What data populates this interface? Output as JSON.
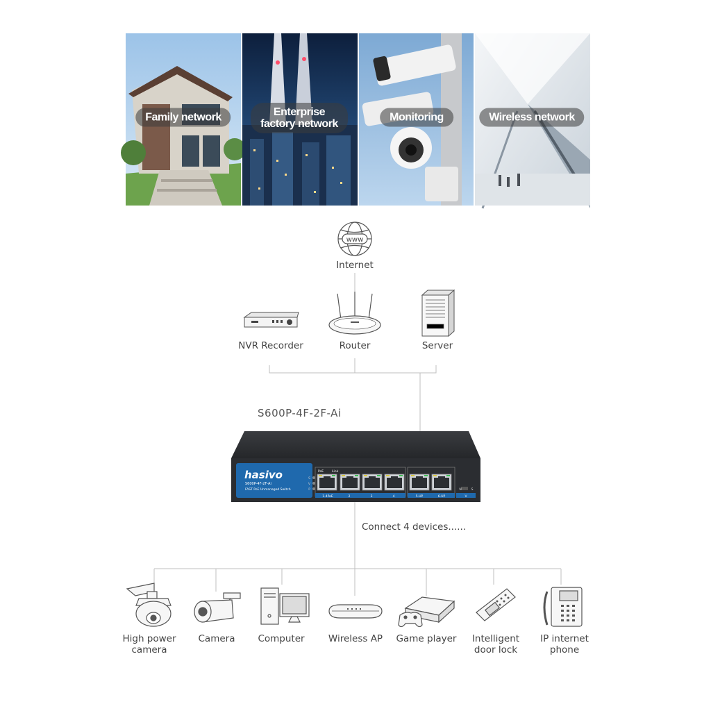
{
  "scenes": [
    {
      "label": "Family network"
    },
    {
      "label": "Enterprise factory network"
    },
    {
      "label": "Monitoring"
    },
    {
      "label": "Wireless network"
    }
  ],
  "internet": {
    "label": "Internet",
    "icon_text": "www"
  },
  "upstream_devices": [
    {
      "label": "NVR Recorder",
      "icon": "nvr-recorder-icon"
    },
    {
      "label": "Router",
      "icon": "router-icon"
    },
    {
      "label": "Server",
      "icon": "server-icon"
    }
  ],
  "switch": {
    "model_label": "S600P-4F-2F-Ai",
    "brand": "hasivo",
    "plate_model": "S600P-4F-2F-Ai",
    "plate_desc": "FAST PoE Unmanaged Switch",
    "poe_label": "PoE",
    "link_label": "Link",
    "led_labels": [
      "S",
      "V",
      "P"
    ],
    "port_labels": [
      "1-4PoE",
      "2",
      "3",
      "4",
      "5-UP",
      "6-UP"
    ],
    "dip_labels": [
      "N",
      "S",
      "V"
    ]
  },
  "connect_text": "Connect 4 devices......",
  "downstream_devices": [
    {
      "label": "High power camera",
      "icon": "ptz-camera-icon"
    },
    {
      "label": "Camera",
      "icon": "bullet-camera-icon"
    },
    {
      "label": "Computer",
      "icon": "computer-icon"
    },
    {
      "label": "Wireless AP",
      "icon": "wireless-ap-icon"
    },
    {
      "label": "Game player",
      "icon": "game-console-icon"
    },
    {
      "label": "Intelligent door lock",
      "icon": "door-lock-icon"
    },
    {
      "label": "IP internet phone",
      "icon": "ip-phone-icon"
    }
  ],
  "colors": {
    "switch_panel": "#1f69ad",
    "switch_body": "#2b2d31",
    "line": "#bfbfbf"
  }
}
